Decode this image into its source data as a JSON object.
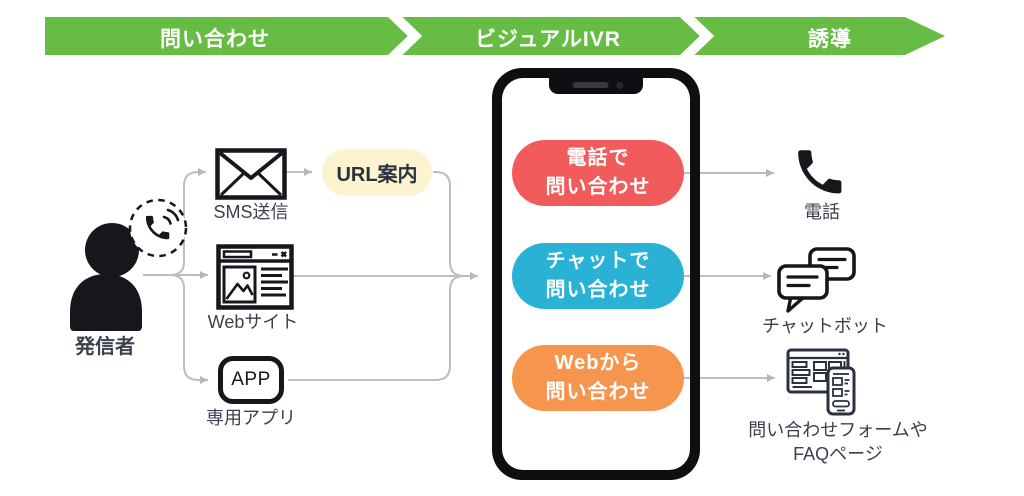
{
  "banner": {
    "color": "#67bd44",
    "steps": [
      {
        "label": "問い合わせ"
      },
      {
        "label": "ビジュアルIVR"
      },
      {
        "label": "誘導"
      }
    ]
  },
  "caller": {
    "label": "発信者",
    "icon": "person-with-phone-call-icon"
  },
  "channels": {
    "sms": {
      "label": "SMS送信",
      "icon": "envelope-icon"
    },
    "url_pill": {
      "label": "URL案内",
      "bg_color": "#fcf3cf"
    },
    "web": {
      "label": "Webサイト",
      "icon": "browser-window-icon"
    },
    "app": {
      "badge_text": "APP",
      "label": "専用アプリ",
      "icon": "app-box-icon"
    }
  },
  "phone_menu": {
    "buttons": [
      {
        "line1": "電話で",
        "line2": "問い合わせ",
        "color": "#f15b5b"
      },
      {
        "line1": "チャットで",
        "line2": "問い合わせ",
        "color": "#29b2d5"
      },
      {
        "line1": "Webから",
        "line2": "問い合わせ",
        "color": "#f6954d"
      }
    ]
  },
  "destinations": {
    "phone": {
      "label": "電話",
      "icon": "phone-handset-icon"
    },
    "chatbot": {
      "label": "チャットボット",
      "icon": "chat-bubbles-icon"
    },
    "form": {
      "label_line1": "問い合わせフォームや",
      "label_line2": "FAQページ",
      "icon": "web-form-and-mobile-icon"
    }
  },
  "connector_color": "#b8bfc7"
}
